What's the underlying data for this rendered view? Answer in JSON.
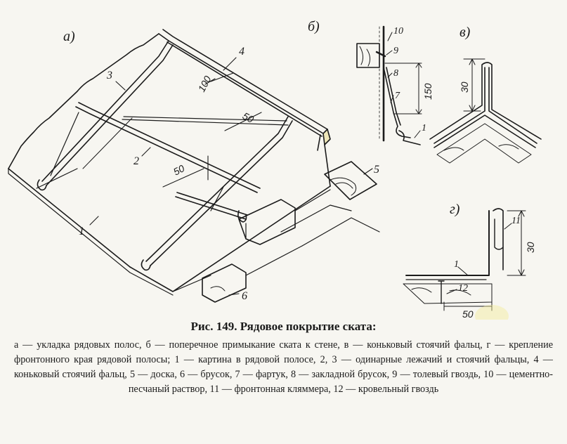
{
  "panels": {
    "a": "а)",
    "b": "б)",
    "v": "в)",
    "g": "г)"
  },
  "callouts": {
    "n1": "1",
    "n2": "2",
    "n3": "3",
    "n4": "4",
    "n5": "5",
    "n6": "6",
    "n7": "7",
    "n8": "8",
    "n9": "9",
    "n10": "10",
    "n11": "11",
    "n12": "12"
  },
  "dimensions": {
    "a_100": "100",
    "a_50_upper": "50",
    "a_50_lower": "50",
    "b_150": "150",
    "v_30": "30",
    "g_30": "30",
    "g_50": "50"
  },
  "caption": {
    "title": "Рис. 149. Рядовое покрытие ската:",
    "legend": "а — укладка рядовых полос, б — поперечное примыкание ската к стене, в — коньковый стоячий фальц, г — крепление фронтонного края рядовой полосы; 1 — картина в рядовой полосе, 2, 3 — одинарные лежачий и стоячий фальцы, 4 — коньковый стоячий фальц, 5 — доска, 6 — брусок, 7 — фартук, 8 — закладной брусок, 9 — толевый гвоздь, 10 — цементно-песчаный раствор, 11 — фронтонная кляммера, 12 — кровельный гвоздь"
  },
  "colors": {
    "ink": "#1b1b1b",
    "paper": "#f7f6f1",
    "seam_fill": "#efe7b9"
  }
}
